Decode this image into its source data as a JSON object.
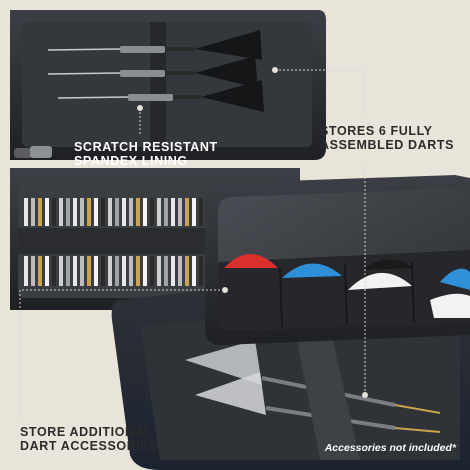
{
  "callouts": {
    "lining": {
      "line1": "SCRATCH RESISTANT",
      "line2": "SPANDEX LINING"
    },
    "darts": {
      "line1": "STORES 6 FULLY",
      "line2": "ASSEMBLED DARTS"
    },
    "accessories": {
      "line1": "STORE ADDITIONAL",
      "line2": "DART ACCESSORIES"
    }
  },
  "footnote": "Accessories not included*",
  "colors": {
    "background": "#e9e4da",
    "case_shell": "#2a2c30",
    "case_inner": "#3a3d42",
    "flight_red": "#d9302c",
    "flight_blue": "#2f8fd8",
    "flight_white": "#f2f2f2",
    "flight_black": "#1a1a1a"
  }
}
